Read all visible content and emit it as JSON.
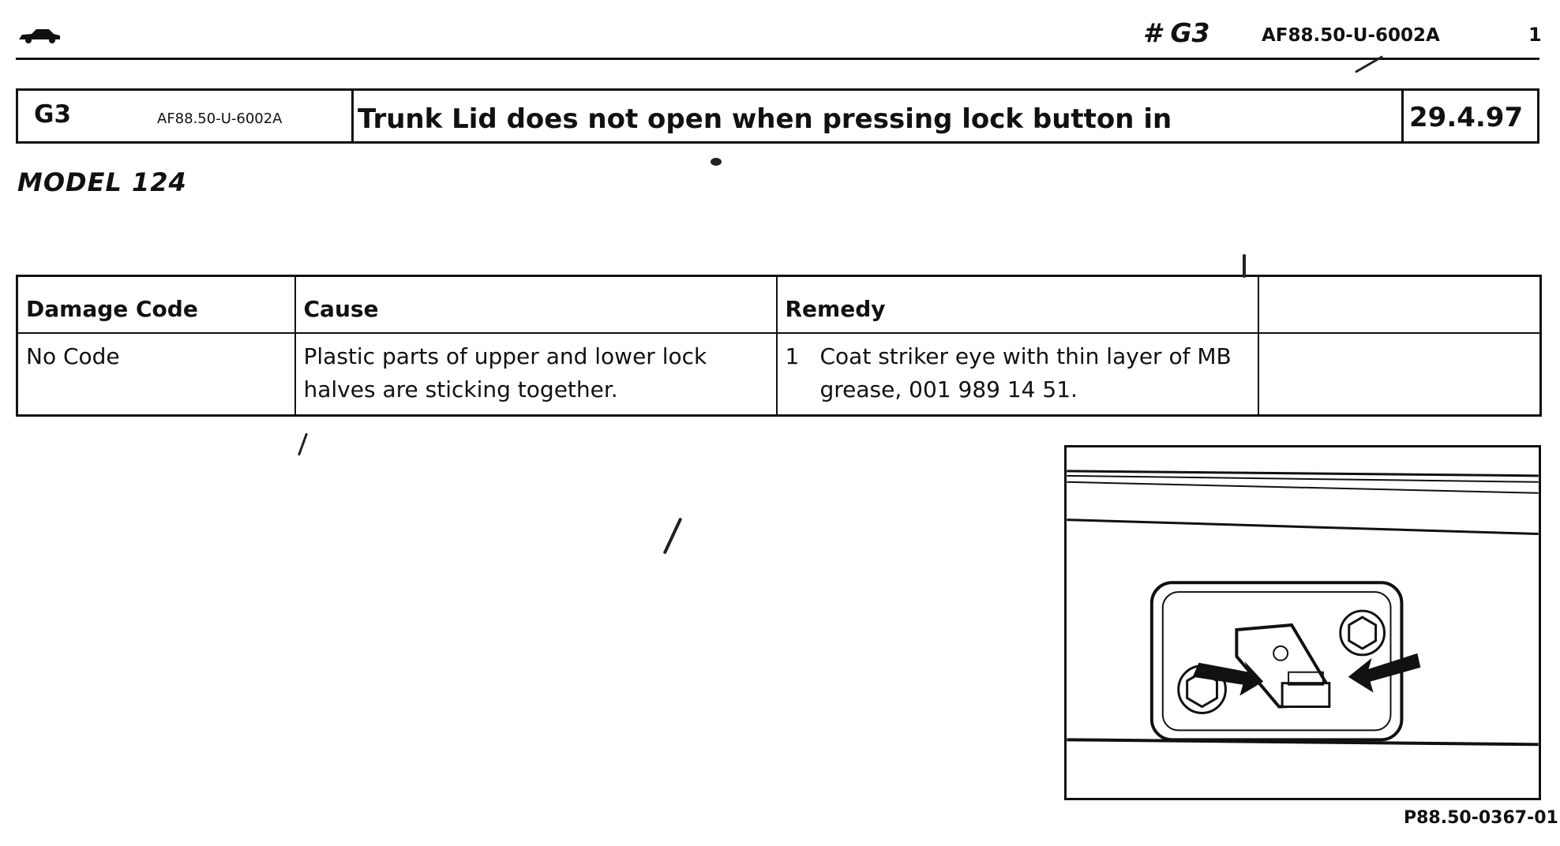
{
  "header": {
    "code": "# G3",
    "reference": "AF88.50-U-6002A",
    "page_number": "1"
  },
  "title_box": {
    "code": "G3",
    "reference": "AF88.50-U-6002A",
    "title": "Trunk Lid does not open when pressing lock button in",
    "date": "29.4.97"
  },
  "model": "MODEL 124",
  "table": {
    "headers": [
      "Damage Code",
      "Cause",
      "Remedy",
      ""
    ],
    "rows": [
      {
        "damage_code": "No Code",
        "cause": "Plastic parts of upper and lower lock halves are sticking together.",
        "remedy_number": "1",
        "remedy": "Coat striker eye with thin layer of MB grease, 001 989 14 51.",
        "note": ""
      }
    ]
  },
  "figure": {
    "reference": "P88.50-0367-01"
  },
  "icons": {
    "header_logo": "car-icon",
    "figure": "trunk-lock-striker-illustration"
  },
  "colors": {
    "ink": "#111111",
    "paper": "#ffffff"
  }
}
